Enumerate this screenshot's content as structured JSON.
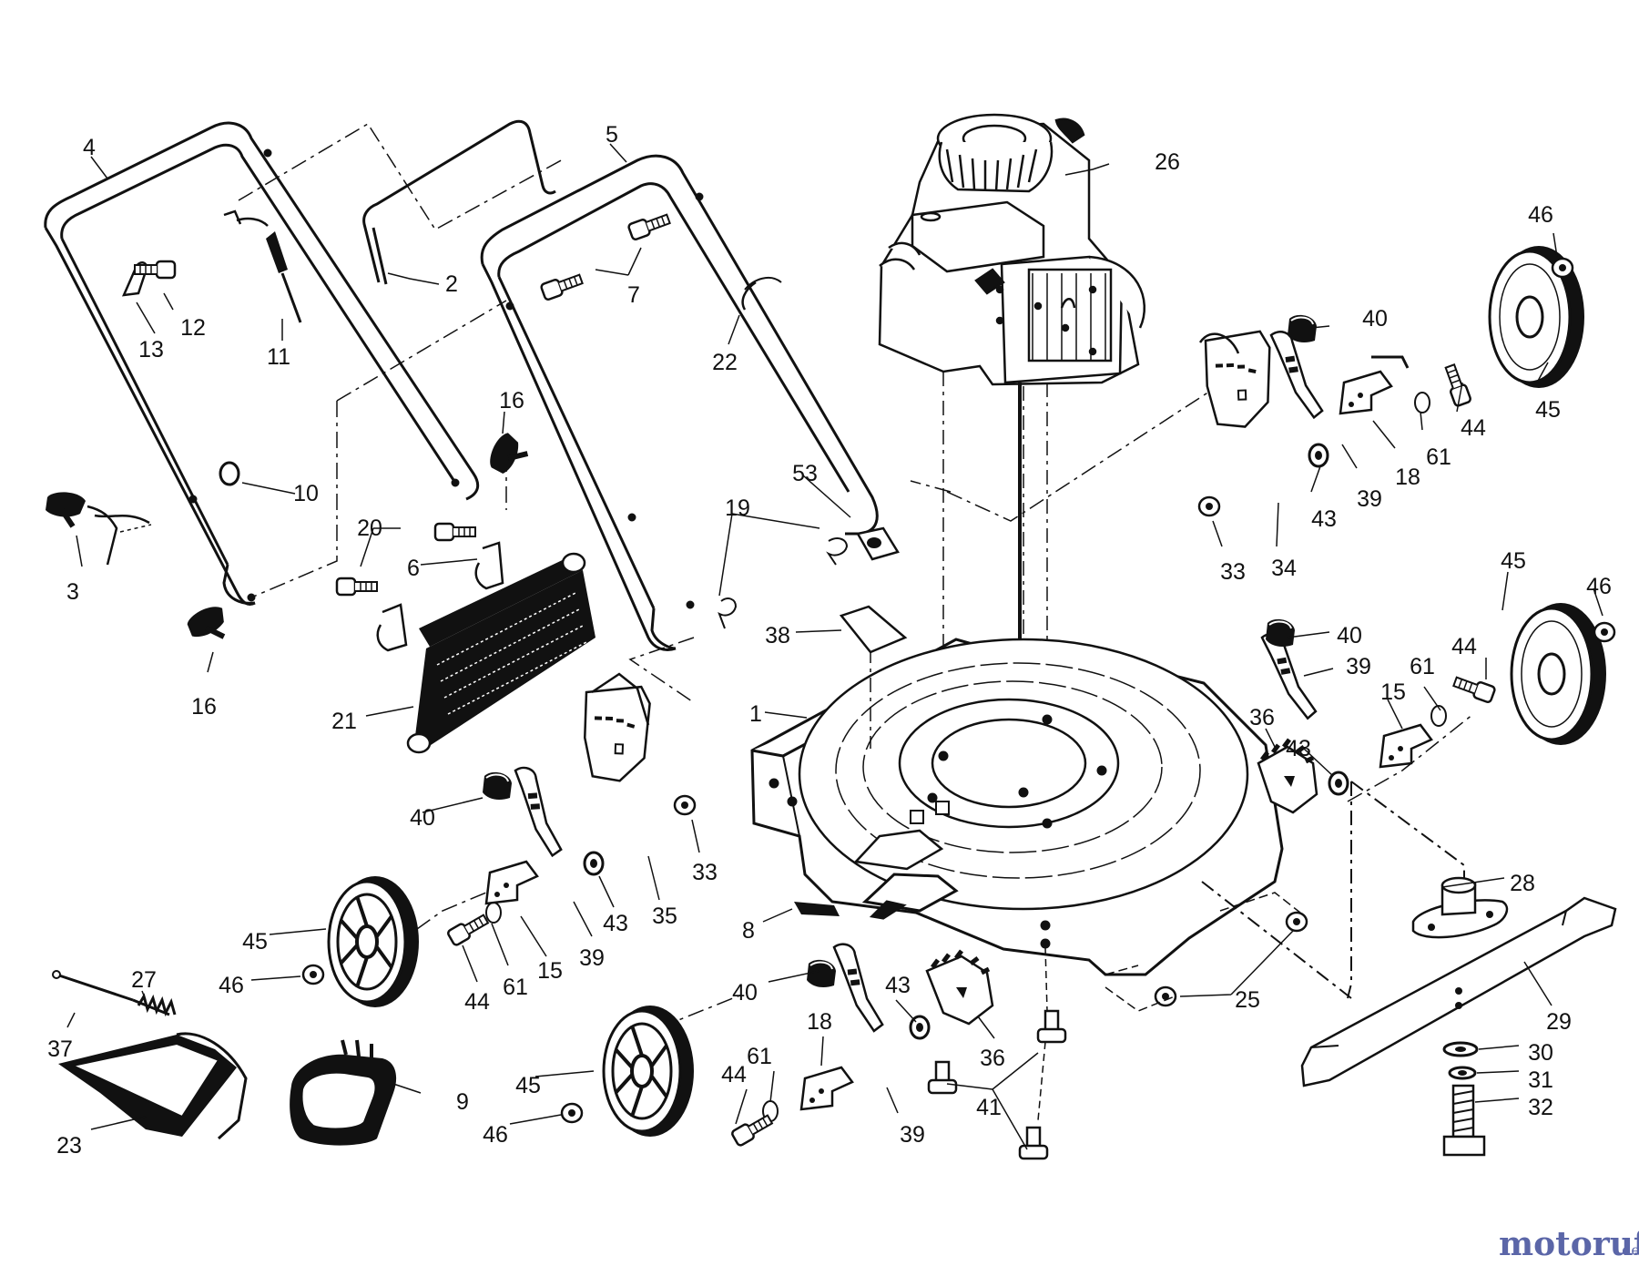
{
  "diagram": {
    "labels": [
      {
        "id": "p4",
        "text": "4"
      },
      {
        "id": "p5",
        "text": "5"
      },
      {
        "id": "p26",
        "text": "26"
      },
      {
        "id": "p46a",
        "text": "46"
      },
      {
        "id": "p2",
        "text": "2"
      },
      {
        "id": "p7",
        "text": "7"
      },
      {
        "id": "p12",
        "text": "12"
      },
      {
        "id": "p13",
        "text": "13"
      },
      {
        "id": "p11",
        "text": "11"
      },
      {
        "id": "p22",
        "text": "22"
      },
      {
        "id": "p40a",
        "text": "40"
      },
      {
        "id": "p16a",
        "text": "16"
      },
      {
        "id": "p10",
        "text": "10"
      },
      {
        "id": "p3",
        "text": "3"
      },
      {
        "id": "p53",
        "text": "53"
      },
      {
        "id": "p19",
        "text": "19"
      },
      {
        "id": "p20",
        "text": "20"
      },
      {
        "id": "p6",
        "text": "6"
      },
      {
        "id": "p16b",
        "text": "16"
      },
      {
        "id": "p21",
        "text": "21"
      },
      {
        "id": "p45a",
        "text": "45"
      },
      {
        "id": "p44a",
        "text": "44"
      },
      {
        "id": "p61a",
        "text": "61"
      },
      {
        "id": "p18a",
        "text": "18"
      },
      {
        "id": "p39a",
        "text": "39"
      },
      {
        "id": "p43a",
        "text": "43"
      },
      {
        "id": "p33a",
        "text": "33"
      },
      {
        "id": "p34",
        "text": "34"
      },
      {
        "id": "p45b",
        "text": "45"
      },
      {
        "id": "p46b",
        "text": "46"
      },
      {
        "id": "p40b",
        "text": "40"
      },
      {
        "id": "p39b",
        "text": "39"
      },
      {
        "id": "p61b",
        "text": "61"
      },
      {
        "id": "p44b",
        "text": "44"
      },
      {
        "id": "p15a",
        "text": "15"
      },
      {
        "id": "p36a",
        "text": "36"
      },
      {
        "id": "p43b",
        "text": "43"
      },
      {
        "id": "p38",
        "text": "38"
      },
      {
        "id": "p1",
        "text": "1"
      },
      {
        "id": "p40c",
        "text": "40"
      },
      {
        "id": "p33b",
        "text": "33"
      },
      {
        "id": "p35",
        "text": "35"
      },
      {
        "id": "p43c",
        "text": "43"
      },
      {
        "id": "p39c",
        "text": "39"
      },
      {
        "id": "p15b",
        "text": "15"
      },
      {
        "id": "p61c",
        "text": "61"
      },
      {
        "id": "p44c",
        "text": "44"
      },
      {
        "id": "p45c",
        "text": "45"
      },
      {
        "id": "p46c",
        "text": "46"
      },
      {
        "id": "p8",
        "text": "8"
      },
      {
        "id": "p28",
        "text": "28"
      },
      {
        "id": "p29",
        "text": "29"
      },
      {
        "id": "p25",
        "text": "25"
      },
      {
        "id": "p27",
        "text": "27"
      },
      {
        "id": "p37",
        "text": "37"
      },
      {
        "id": "p9",
        "text": "9"
      },
      {
        "id": "p23",
        "text": "23"
      },
      {
        "id": "p40d",
        "text": "40"
      },
      {
        "id": "p43d",
        "text": "43"
      },
      {
        "id": "p18b",
        "text": "18"
      },
      {
        "id": "p61d",
        "text": "61"
      },
      {
        "id": "p44d",
        "text": "44"
      },
      {
        "id": "p45d",
        "text": "45"
      },
      {
        "id": "p46d",
        "text": "46"
      },
      {
        "id": "p36b",
        "text": "36"
      },
      {
        "id": "p39d",
        "text": "39"
      },
      {
        "id": "p41",
        "text": "41"
      },
      {
        "id": "p30",
        "text": "30"
      },
      {
        "id": "p31",
        "text": "31"
      },
      {
        "id": "p32",
        "text": "32"
      }
    ]
  },
  "watermark": {
    "main": "motoruf",
    "suffix": ".de"
  },
  "colors": {
    "line": "#111111",
    "wheel": "#0d0d0d",
    "watermark": "#5b66a8"
  }
}
